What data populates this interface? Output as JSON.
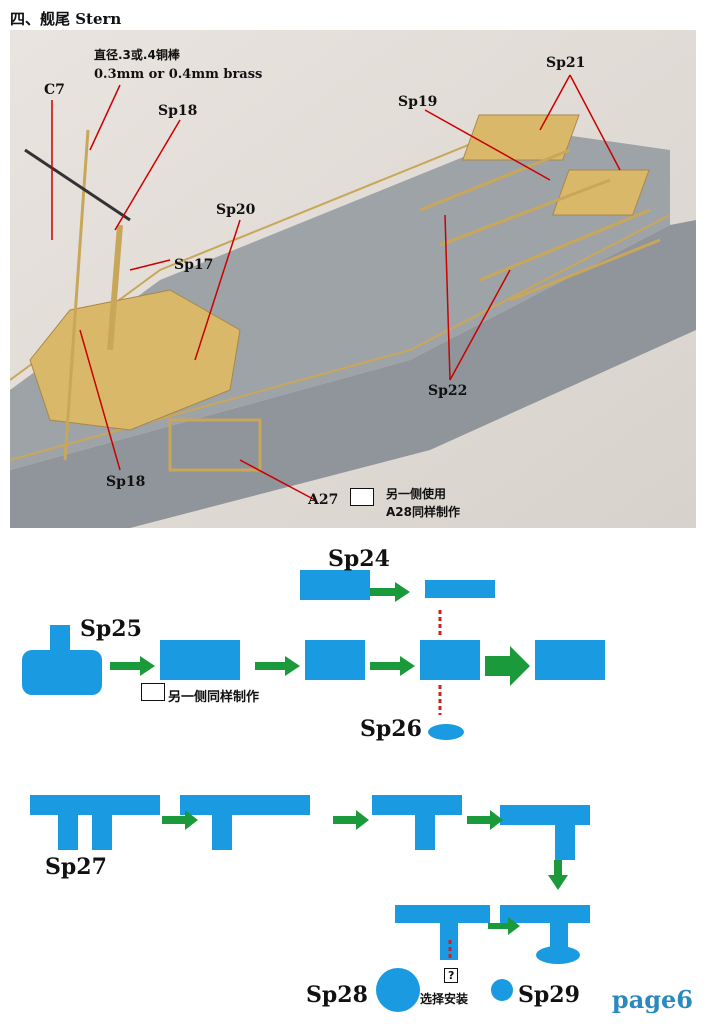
{
  "section_title": "四、舰尾 Stern",
  "photo": {
    "labels": {
      "c7": "C7",
      "brass_cn": "直径.3或.4铜棒",
      "brass_en": "0.3mm or 0.4mm brass",
      "sp18_top": "Sp18",
      "sp20": "Sp20",
      "sp17": "Sp17",
      "sp19": "Sp19",
      "sp21": "Sp21",
      "sp22": "Sp22",
      "sp18_bottom": "Sp18",
      "a27": "A27",
      "a27_note_1": "另一侧使用",
      "a27_note_2": "A28同样制作"
    }
  },
  "assembly": {
    "sp24": "Sp24",
    "sp25": "Sp25",
    "sp25_note": "另一侧同样制作",
    "sp26": "Sp26",
    "sp27": "Sp27",
    "sp28": "Sp28",
    "sp29": "Sp29",
    "choose": "选择安装",
    "choose_mark": "?"
  },
  "page": "page6",
  "colors": {
    "part_blue": "#1a9ae0",
    "arrow_green": "#1a9a3a",
    "arrow_red": "#cc2222",
    "brass": "#d9b86a",
    "hull_grey": "#8f959a",
    "page_blue": "#2a8ac0"
  }
}
